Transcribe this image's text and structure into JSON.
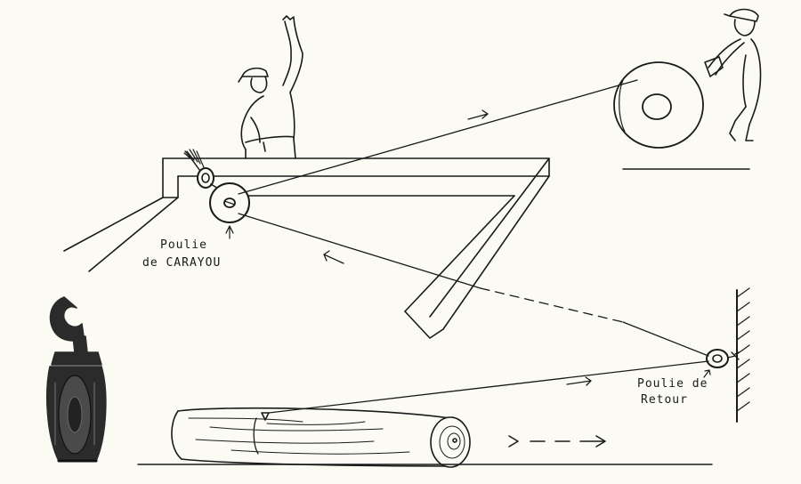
{
  "labels": {
    "pulley_carayou_line1": "Poulie",
    "pulley_carayou_line2": "de CARAYOU",
    "pulley_return_line1": "Poulie de",
    "pulley_return_line2": "Retour"
  },
  "colors": {
    "paper": "#fbfbf3",
    "ink": "#1a1a1a",
    "iron": "#2b2b2b"
  }
}
